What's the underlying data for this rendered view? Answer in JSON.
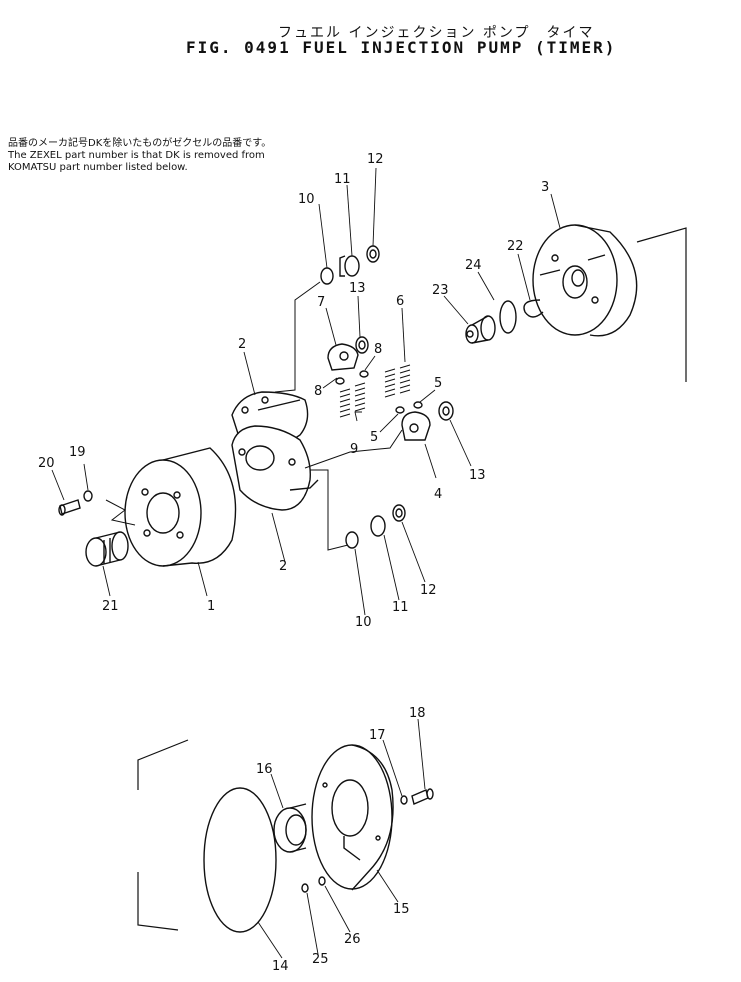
{
  "header": {
    "title_jp": "フュエル インジェクション ポンプ　タイマ",
    "title_en": "FIG. 0491  FUEL INJECTION PUMP (TIMER)"
  },
  "note": {
    "line1": "品番のメーカ記号DKを除いたものがゼクセルの品番です。",
    "line2": "The ZEXEL part number is that DK is removed from",
    "line3": "KOMATSU part number listed below."
  },
  "callouts": [
    {
      "id": "c1",
      "text": "1"
    },
    {
      "id": "c2a",
      "text": "2"
    },
    {
      "id": "c2b",
      "text": "2"
    },
    {
      "id": "c3",
      "text": "3"
    },
    {
      "id": "c4",
      "text": "4"
    },
    {
      "id": "c5a",
      "text": "5"
    },
    {
      "id": "c5b",
      "text": "5"
    },
    {
      "id": "c6",
      "text": "6"
    },
    {
      "id": "c7",
      "text": "7"
    },
    {
      "id": "c8a",
      "text": "8"
    },
    {
      "id": "c8b",
      "text": "8"
    },
    {
      "id": "c9",
      "text": "9"
    },
    {
      "id": "c10a",
      "text": "10"
    },
    {
      "id": "c10b",
      "text": "10"
    },
    {
      "id": "c11a",
      "text": "11"
    },
    {
      "id": "c11b",
      "text": "11"
    },
    {
      "id": "c12a",
      "text": "12"
    },
    {
      "id": "c12b",
      "text": "12"
    },
    {
      "id": "c13a",
      "text": "13"
    },
    {
      "id": "c13b",
      "text": "13"
    },
    {
      "id": "c14",
      "text": "14"
    },
    {
      "id": "c15",
      "text": "15"
    },
    {
      "id": "c16",
      "text": "16"
    },
    {
      "id": "c17",
      "text": "17"
    },
    {
      "id": "c18",
      "text": "18"
    },
    {
      "id": "c19",
      "text": "19"
    },
    {
      "id": "c20",
      "text": "20"
    },
    {
      "id": "c21",
      "text": "21"
    },
    {
      "id": "c22",
      "text": "22"
    },
    {
      "id": "c23",
      "text": "23"
    },
    {
      "id": "c24",
      "text": "24"
    },
    {
      "id": "c25",
      "text": "25"
    },
    {
      "id": "c26",
      "text": "26"
    }
  ]
}
